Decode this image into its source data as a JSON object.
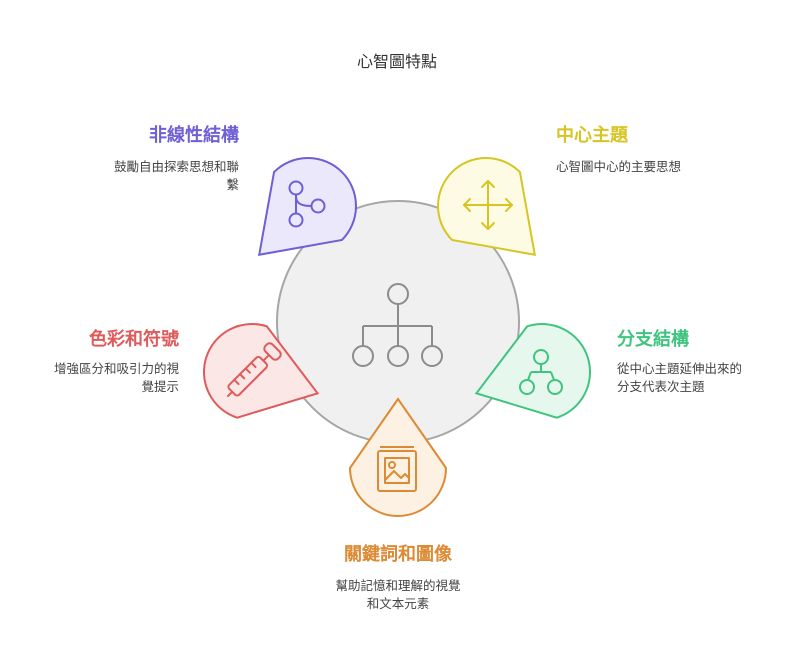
{
  "title": "心智圖特點",
  "colors": {
    "center_fill": "#f0f0f0",
    "center_stroke": "#a6a6a6",
    "center_icon": "#8c8c8c"
  },
  "nodes": [
    {
      "id": "nonlinear",
      "label": "非線性結構",
      "desc_lines": [
        "鼓勵自由探索思想和聯",
        "繫"
      ],
      "icon": "branch-icon",
      "stroke": "#6e5fd6",
      "fill": "#ebe8fb",
      "text": "#6e5fd6"
    },
    {
      "id": "central",
      "label": "中心主題",
      "desc_lines": [
        "心智圖中心的主要思想"
      ],
      "icon": "move-arrows-icon",
      "stroke": "#d6c523",
      "fill": "#fdfbe3",
      "text": "#d6c523"
    },
    {
      "id": "branch",
      "label": "分支結構",
      "desc_lines": [
        "從中心主題延伸出來的",
        "分支代表次主題"
      ],
      "icon": "hierarchy-icon",
      "stroke": "#3ec47f",
      "fill": "#e6f8ee",
      "text": "#3ec47f"
    },
    {
      "id": "keywords",
      "label": "關鍵詞和圖像",
      "desc_lines": [
        "幫助記憶和理解的視覺",
        "和文本元素"
      ],
      "icon": "picture-book-icon",
      "stroke": "#dd8a34",
      "fill": "#fdf1e3",
      "text": "#dd8a34"
    },
    {
      "id": "colors",
      "label": "色彩和符號",
      "desc_lines": [
        "增強區分和吸引力的視",
        "覺提示"
      ],
      "icon": "dropper-icon",
      "stroke": "#df5a5a",
      "fill": "#fce7e7",
      "text": "#df5a5a"
    }
  ]
}
